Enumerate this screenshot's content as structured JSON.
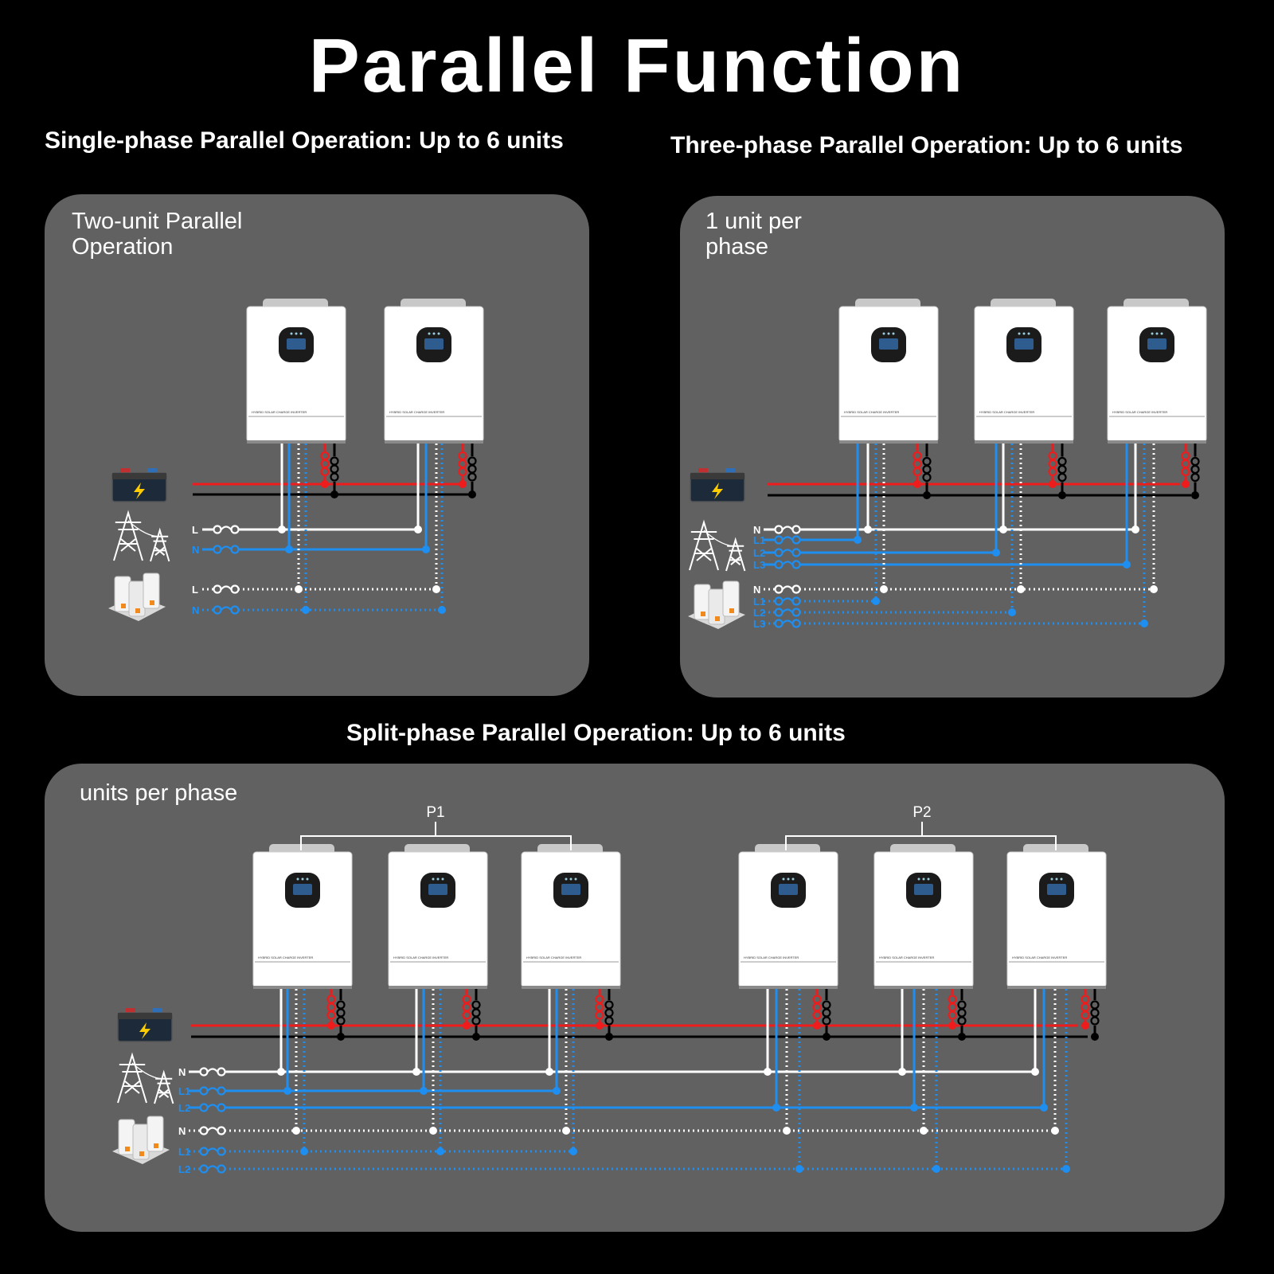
{
  "title": "Parallel Function",
  "sections": {
    "single": {
      "title": "Single-phase Parallel Operation: Up to 6 units",
      "panel_label": "Two-unit Parallel\nOperation",
      "grid_labels": [
        "L",
        "N"
      ],
      "load_labels": [
        "L",
        "N"
      ]
    },
    "three": {
      "title": "Three-phase Parallel Operation: Up to 6 units",
      "panel_label": "1 unit per\nphase",
      "grid_labels": [
        "N",
        "L1",
        "L2",
        "L3"
      ],
      "load_labels": [
        "N",
        "L1",
        "L2",
        "L3"
      ]
    },
    "split": {
      "title": "Split-phase Parallel Operation: Up to 6 units",
      "panel_label": "units per phase",
      "grid_labels": [
        "N",
        "L1",
        "L2"
      ],
      "load_labels": [
        "N",
        "L1",
        "L2"
      ],
      "group_labels": [
        "P1",
        "P2"
      ]
    }
  },
  "inverter": {
    "model_text": "HYBRID SOLAR CHARGE INVERTER"
  },
  "colors": {
    "background": "#000000",
    "panel": "#616161",
    "battery_positive": "#ee1c1c",
    "battery_negative": "#000000",
    "neutral": "#ffffff",
    "phase": "#1e8ef0"
  },
  "icons": {
    "battery": "battery-icon",
    "grid": "power-tower-icon",
    "load": "house-load-icon"
  }
}
